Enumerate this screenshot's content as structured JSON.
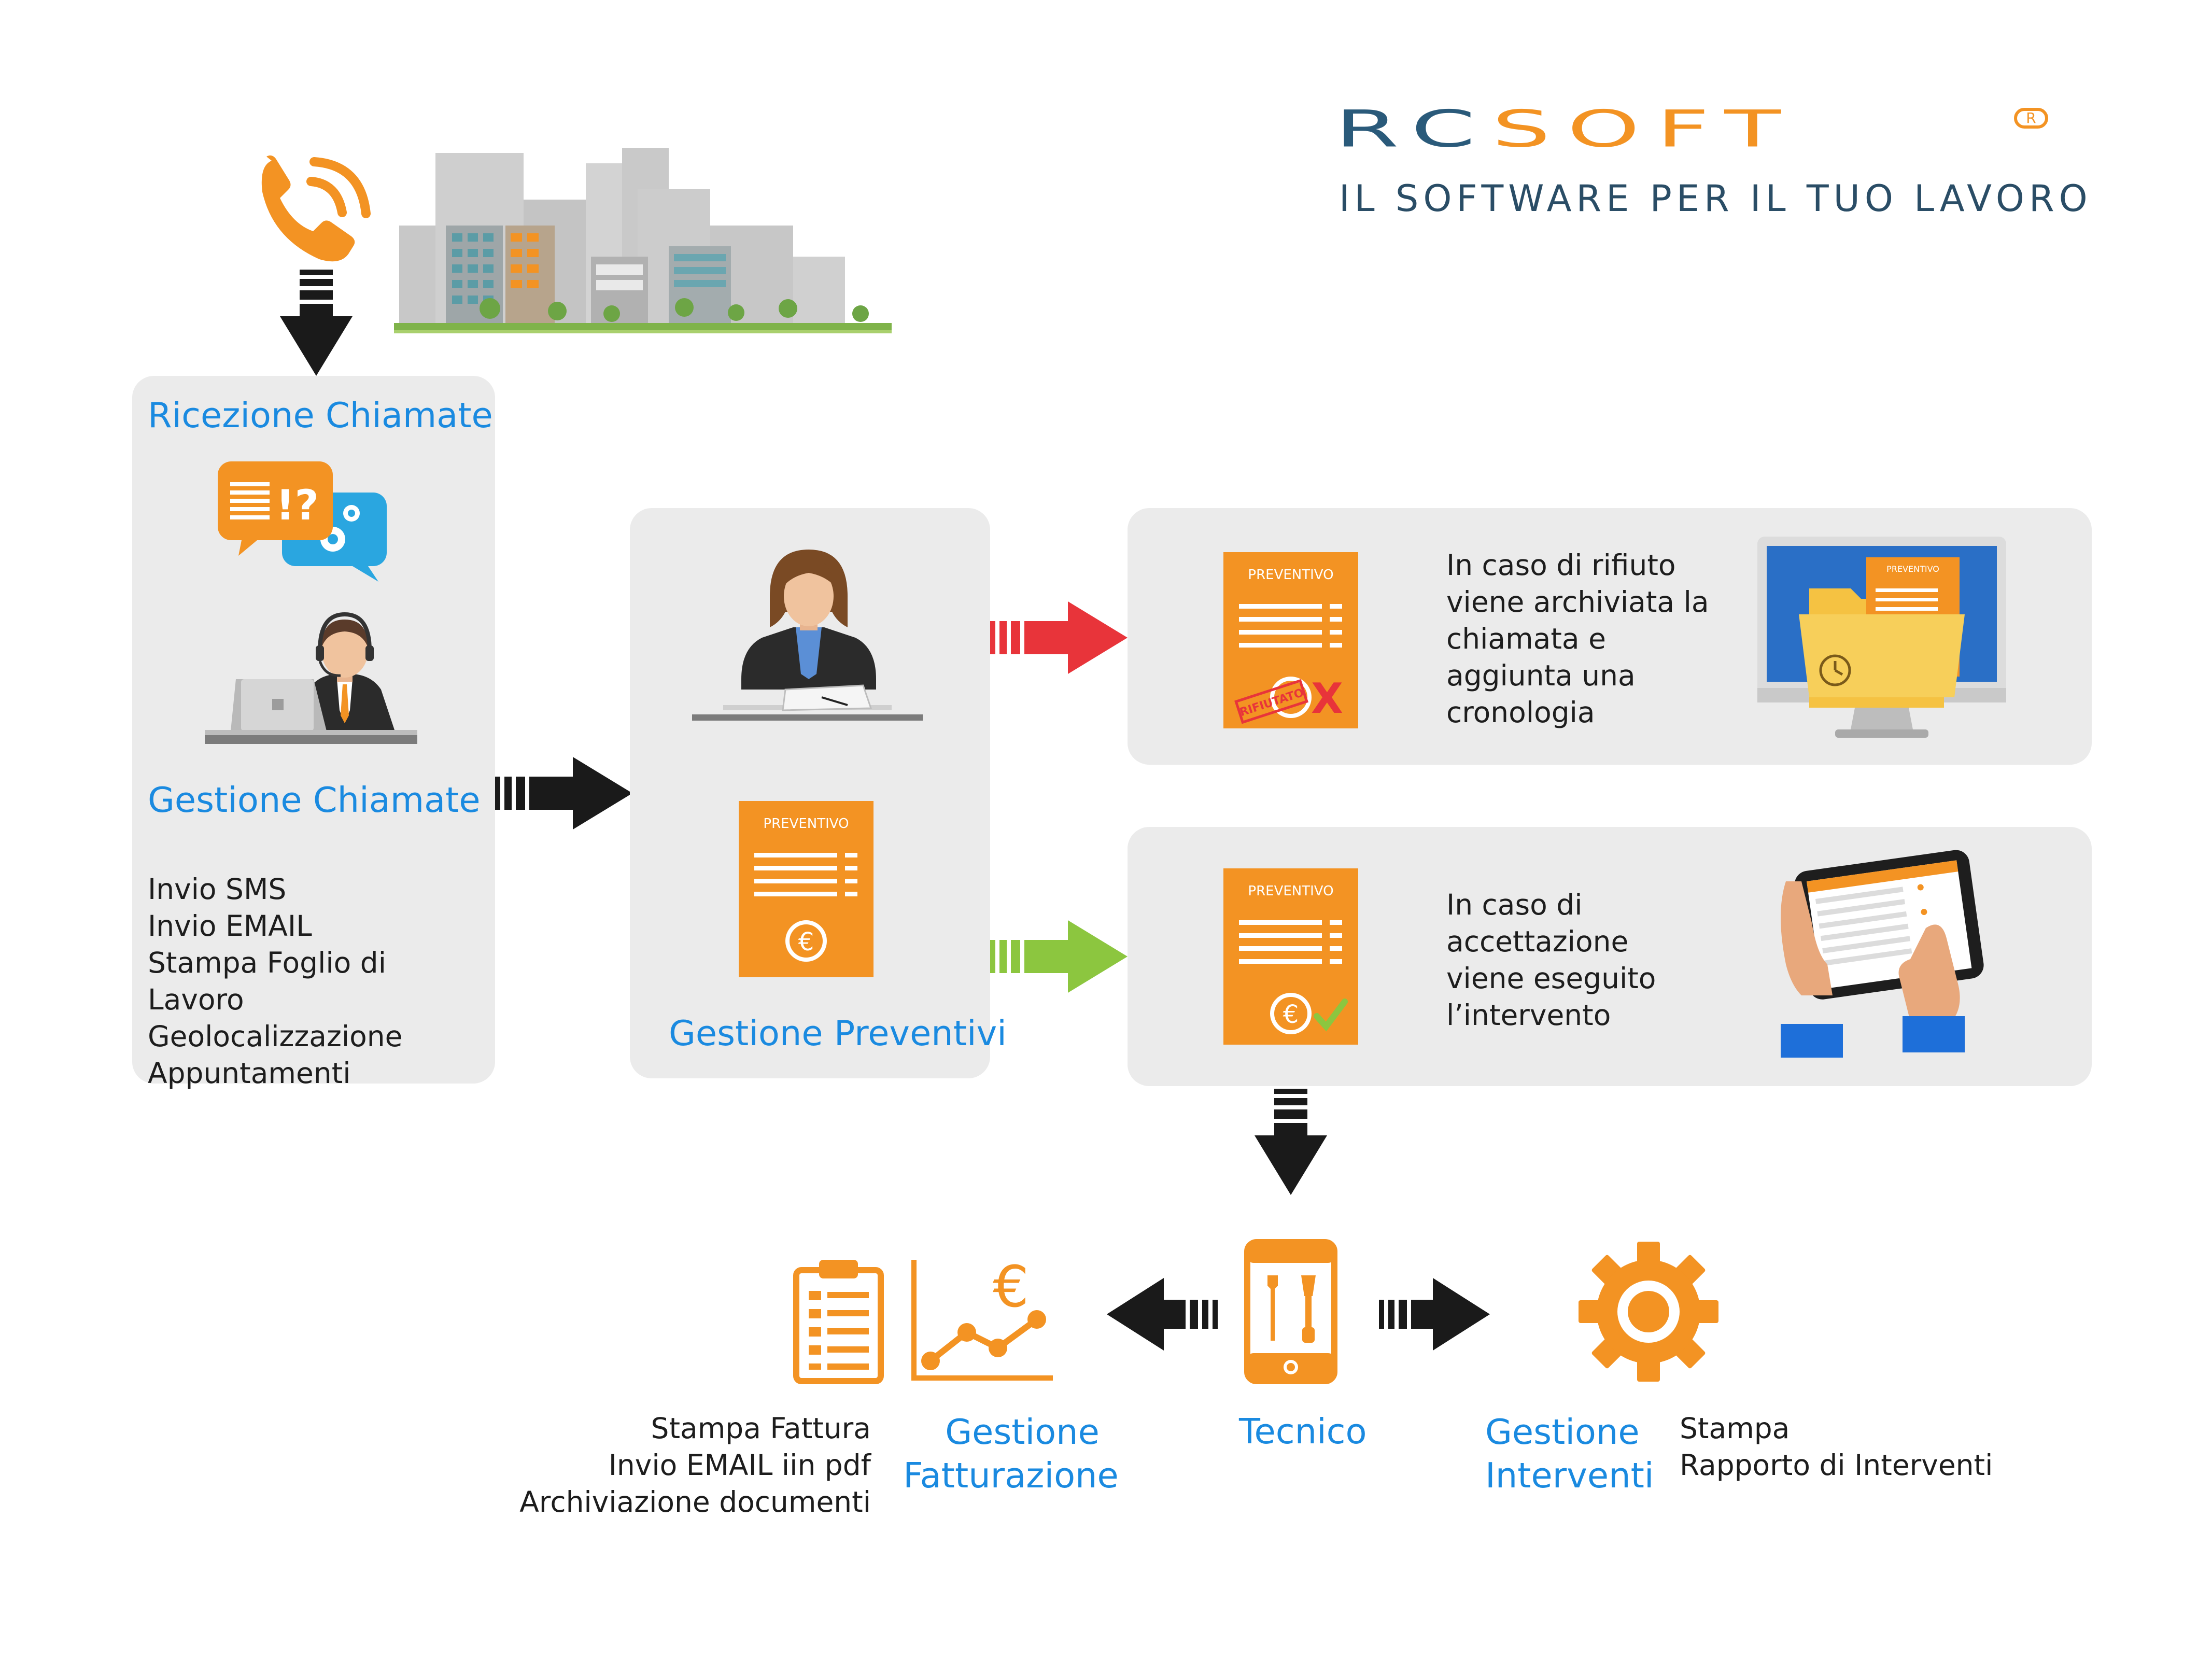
{
  "logo": {
    "part1": "RC",
    "part2": "SOFT",
    "registered": "R",
    "tagline": "IL SOFTWARE PER IL TUO LAVORO",
    "color_dark": "#2a5a7a",
    "color_orange": "#f39323"
  },
  "chiamate": {
    "ricezione_title": "Ricezione Chiamate",
    "gestione_title": "Gestione Chiamate",
    "features": [
      "Invio SMS",
      "Invio EMAIL",
      "Stampa Foglio di Lavoro",
      "Geolocalizzazione",
      "Appuntamenti"
    ]
  },
  "preventivi": {
    "title": "Gestione Preventivi",
    "doc_label": "PREVENTIVO"
  },
  "rifiuto": {
    "doc_label": "PREVENTIVO",
    "stamp": "RIFIUTATO",
    "description": [
      "In caso di rifiuto",
      "viene archiviata la",
      "chiamata e",
      "aggiunta una",
      "cronologia"
    ]
  },
  "accettazione": {
    "doc_label": "PREVENTIVO",
    "description": [
      "In caso di",
      "accettazione",
      "viene eseguito",
      "l’intervento"
    ]
  },
  "bottom": {
    "fatturazione_title_1": "Gestione",
    "fatturazione_title_2": "Fatturazione",
    "fatturazione_features": [
      "Stampa Fattura",
      "Invio EMAIL iin pdf",
      "Archiviazione documenti"
    ],
    "tecnico_title": "Tecnico",
    "interventi_title_1": "Gestione",
    "interventi_title_2": "Interventi",
    "interventi_features": [
      "Stampa",
      "Rapporto di Interventi"
    ]
  },
  "icons": {
    "phone": "phone-icon",
    "city": "city-skyline-icon",
    "chat": "chat-bubbles-icon",
    "operator": "call-operator-icon",
    "businesswoman": "businesswoman-icon",
    "quote_doc": "quote-document-icon",
    "monitor": "monitor-archive-icon",
    "tablet": "tablet-hands-icon",
    "clipboard": "clipboard-invoice-icon",
    "chart": "euro-chart-icon",
    "mobile_tools": "mobile-tools-icon",
    "gear": "gear-icon"
  },
  "colors": {
    "accent_blue": "#1a8ae0",
    "orange": "#f39323",
    "panel": "#ebebeb",
    "arrow_dark": "#1a1a1a",
    "arrow_red": "#e8343a",
    "arrow_green": "#8cc63f"
  }
}
